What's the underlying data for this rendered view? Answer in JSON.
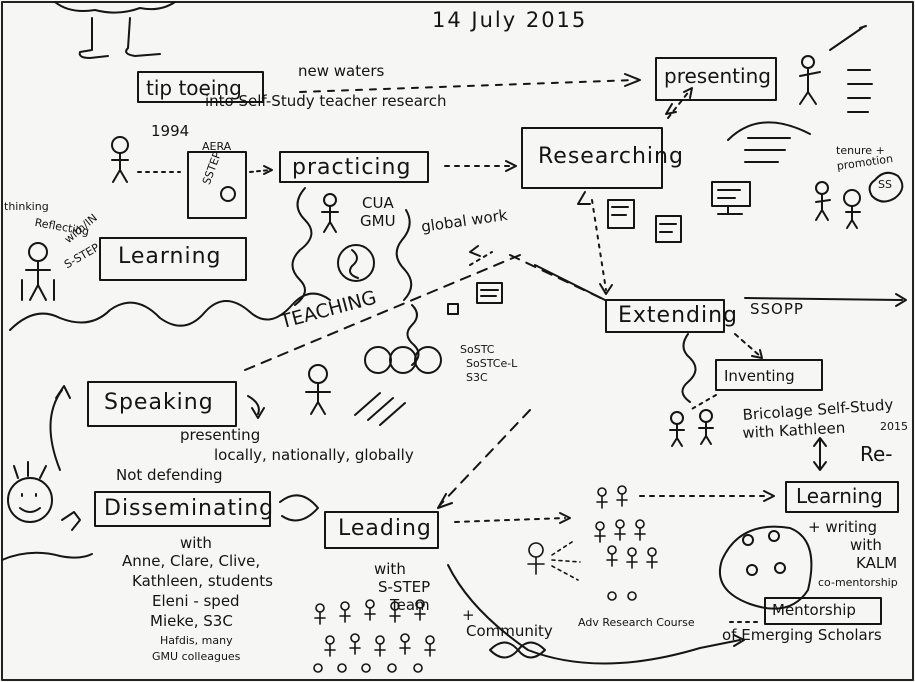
{
  "date": "14 July 2015",
  "top": {
    "tiptoeing": "tip toeing",
    "new_waters": "new waters",
    "into": "into Self-Study teacher research",
    "presenting": "presenting"
  },
  "left": {
    "year": "1994",
    "aera": "AERA",
    "sstep": "SSTEP",
    "thinking": "thinking",
    "reflecting": "Reflecting",
    "with_in": "with/IN",
    "s_step_small": "S-STEP",
    "learning": "Learning"
  },
  "center": {
    "practicing": "practicing",
    "researching": "Researching",
    "cua": "CUA",
    "gmu": "GMU",
    "global_work": "global work",
    "teaching": "TEACHING",
    "sostc": "SoSTC",
    "sostce_l": "SoSTCe-L",
    "s3c": "S3C"
  },
  "right": {
    "tenure": "tenure +",
    "promotion": "promotion",
    "ss": "SS",
    "extending": "Extending",
    "ssopp": "SSOPP",
    "inventing": "Inventing",
    "bricolage": "Bricolage Self-Study",
    "with_kathleen": "with Kathleen",
    "year_2015": "2015",
    "re": "Re-",
    "learning2": "Learning",
    "plus_writing": "+ writing",
    "with": "with",
    "kalm": "KALM",
    "co_mentorship": "co-mentorship"
  },
  "lower_left": {
    "speaking": "Speaking",
    "presenting": "presenting",
    "locally": "locally, nationally, globally",
    "not_defending": "Not defending",
    "disseminating": "Disseminating",
    "with": "with",
    "names1": "Anne, Clare, Clive,",
    "names2": "Kathleen, students",
    "names3": "Eleni - sped",
    "names4": "Mieke, S3C",
    "names5": "Hafdis, many",
    "names6": "GMU colleagues"
  },
  "bottom": {
    "leading": "Leading",
    "with": "with",
    "s_step": "S-STEP",
    "team": "Team",
    "plus": "+",
    "community": "Community",
    "adv_course": "Adv Research Course",
    "mentorship": "Mentorship",
    "emerging": "of Emerging Scholars"
  }
}
